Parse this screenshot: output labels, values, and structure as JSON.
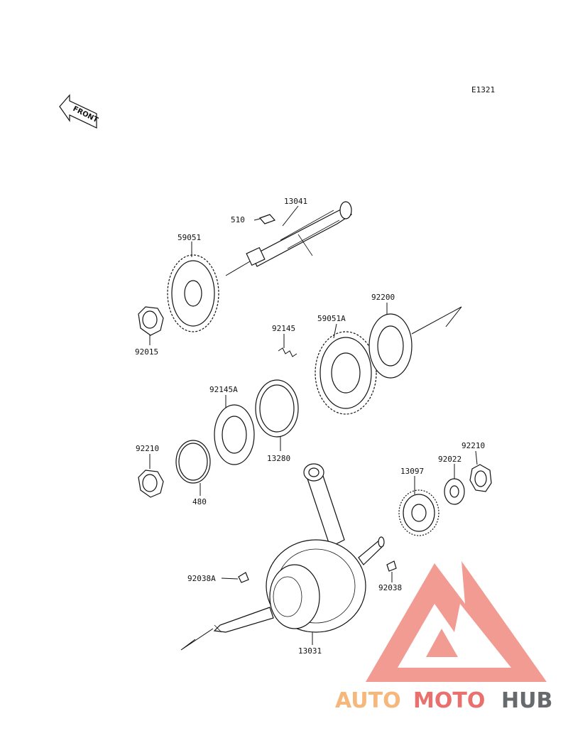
{
  "diagram": {
    "code": "E1321",
    "front_label": "FRONT",
    "parts": [
      {
        "id": "13041"
      },
      {
        "id": "510"
      },
      {
        "id": "59051"
      },
      {
        "id": "92015"
      },
      {
        "id": "92145"
      },
      {
        "id": "59051A"
      },
      {
        "id": "92200"
      },
      {
        "id": "92145A"
      },
      {
        "id": "13280"
      },
      {
        "id": "92210"
      },
      {
        "id": "480"
      },
      {
        "id": "13097"
      },
      {
        "id": "92022"
      },
      {
        "id": "92210"
      },
      {
        "id": "92038A"
      },
      {
        "id": "92038"
      },
      {
        "id": "13031"
      }
    ]
  },
  "watermark": {
    "part1": "AUTO",
    "part2": "MOTO",
    "part3": "HUB",
    "colors": {
      "auto": "#f5b77a",
      "moto": "#e9716d",
      "hub": "#666a6d",
      "logo": "#f08a80"
    }
  }
}
